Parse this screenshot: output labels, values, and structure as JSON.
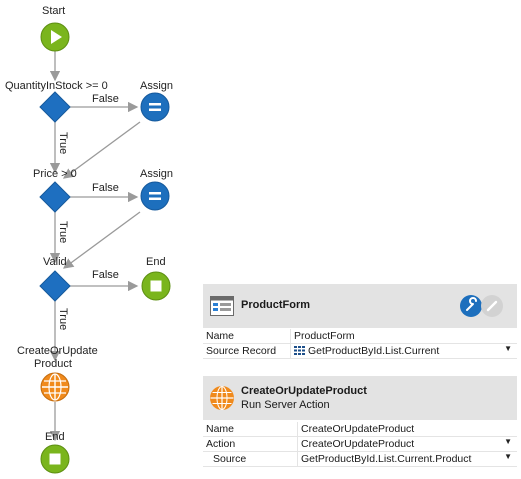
{
  "flow": {
    "start_label": "Start",
    "decision1_label": "QuantityInStock >= 0",
    "assign1_label": "Assign",
    "decision2_label": "Price > 0",
    "assign2_label": "Assign",
    "decision3_label": "Valid",
    "end1_label": "End",
    "action_label_line1": "CreateOrUpdate",
    "action_label_line2": "Product",
    "end2_label": "End",
    "false_label": "False",
    "true_label": "True"
  },
  "form_panel": {
    "title": "ProductForm",
    "rows": [
      {
        "key": "Name",
        "value": "ProductForm"
      },
      {
        "key": "Source Record",
        "value": "GetProductById.List.Current"
      }
    ]
  },
  "action_panel": {
    "title": "CreateOrUpdateProduct",
    "subtitle": "Run Server Action",
    "rows": [
      {
        "key": "Name",
        "value": "CreateOrUpdateProduct"
      },
      {
        "key": "Action",
        "value": "CreateOrUpdateProduct"
      },
      {
        "key": "Source",
        "value": "GetProductById.List.Current.Product"
      }
    ]
  },
  "colors": {
    "start_green": "#7ab51d",
    "decision_blue": "#1e6fc0",
    "assign_blue": "#1d6fbd",
    "end_green": "#7ab51d",
    "action_orange": "#f08a1c"
  }
}
